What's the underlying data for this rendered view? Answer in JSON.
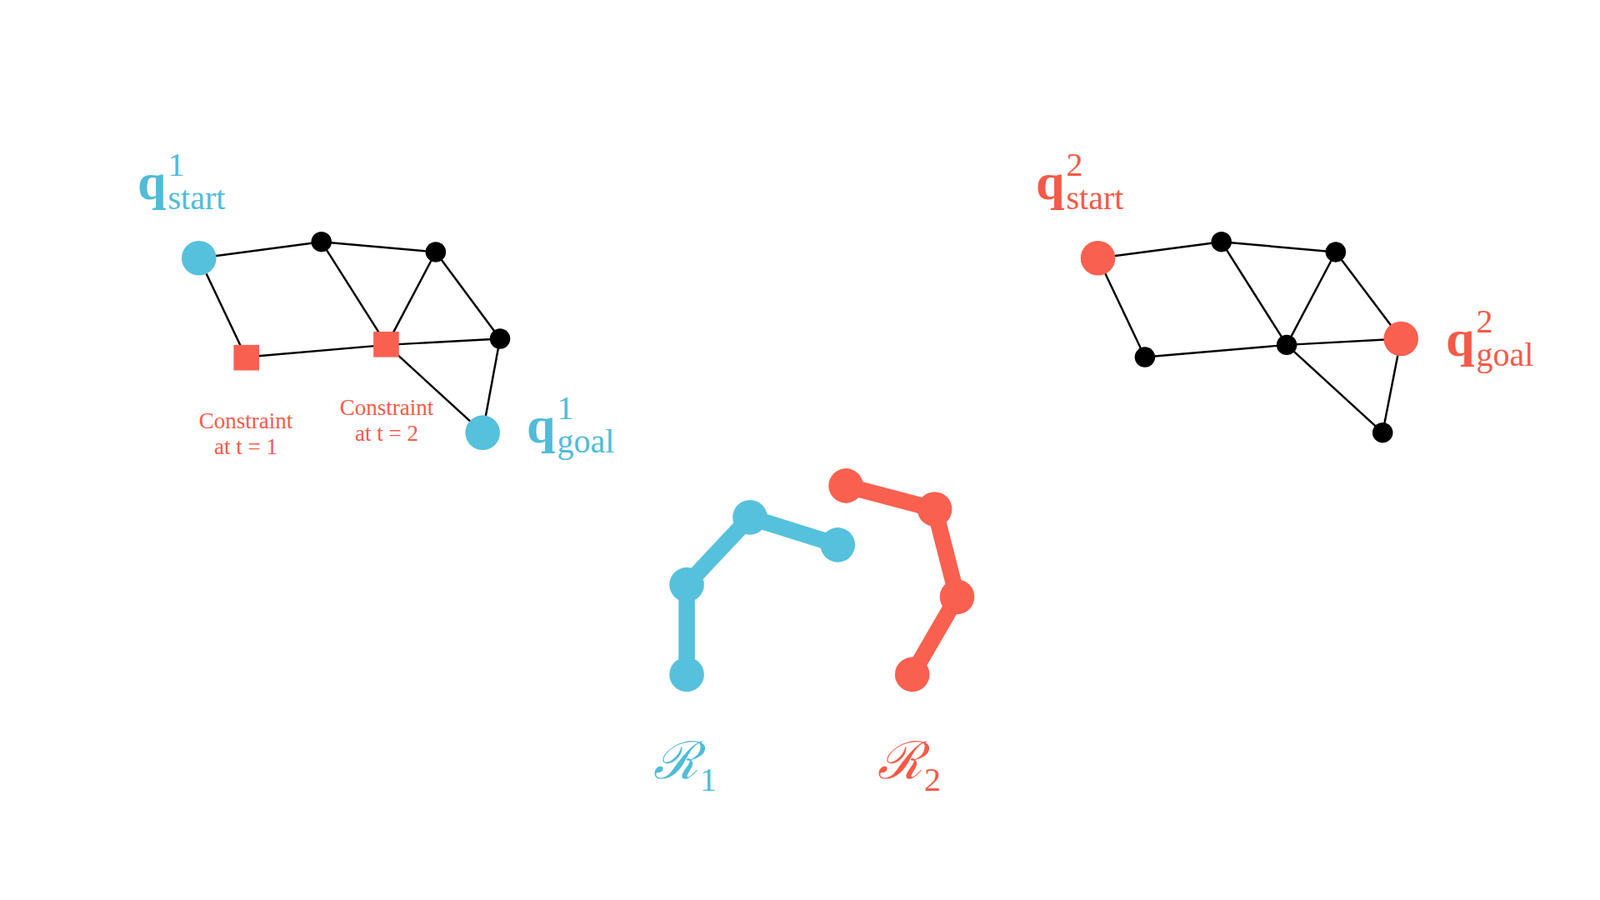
{
  "diagram": {
    "labels": [
      "q",
      "1",
      "start",
      "q",
      "1",
      "goal",
      "Constraint at t = 1",
      "Constraint at t = 2",
      "q",
      "2",
      "start",
      "q",
      "2",
      "goal",
      "ℛ",
      "1",
      "ℛ",
      "2"
    ]
  }
}
